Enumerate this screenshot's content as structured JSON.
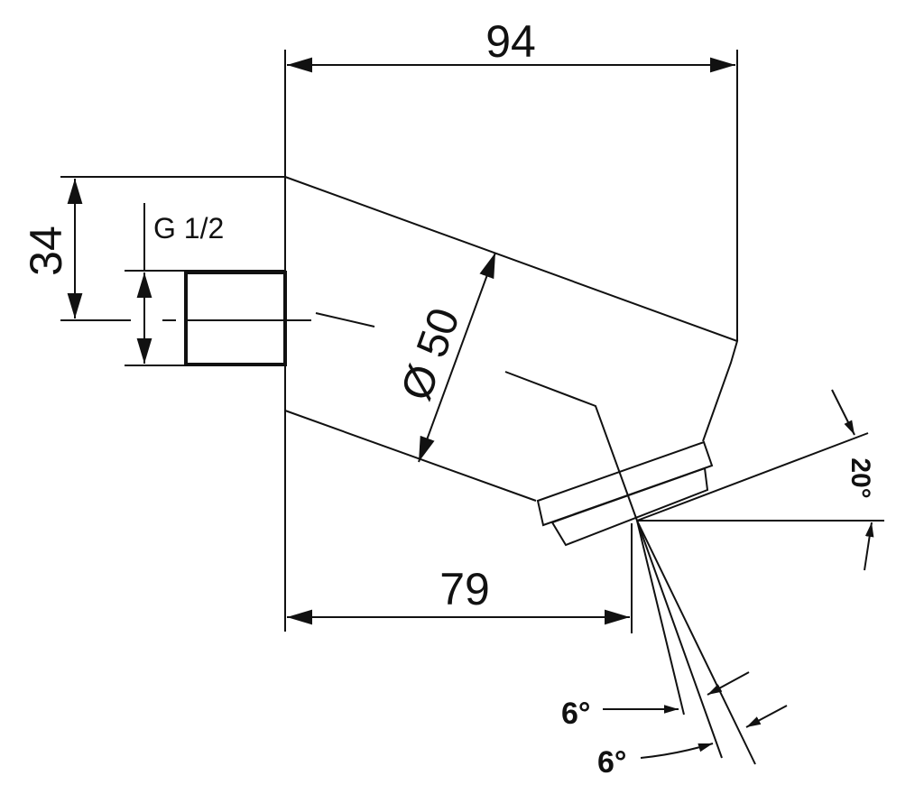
{
  "drawing": {
    "dimensions": {
      "overall_length": "94",
      "outlet_offset": "79",
      "height_offset": "34",
      "thread": "G 1/2",
      "diameter": "Ø 50",
      "tilt_angle": "20°",
      "spray_angle_1": "6°",
      "spray_angle_2": "6°"
    }
  }
}
